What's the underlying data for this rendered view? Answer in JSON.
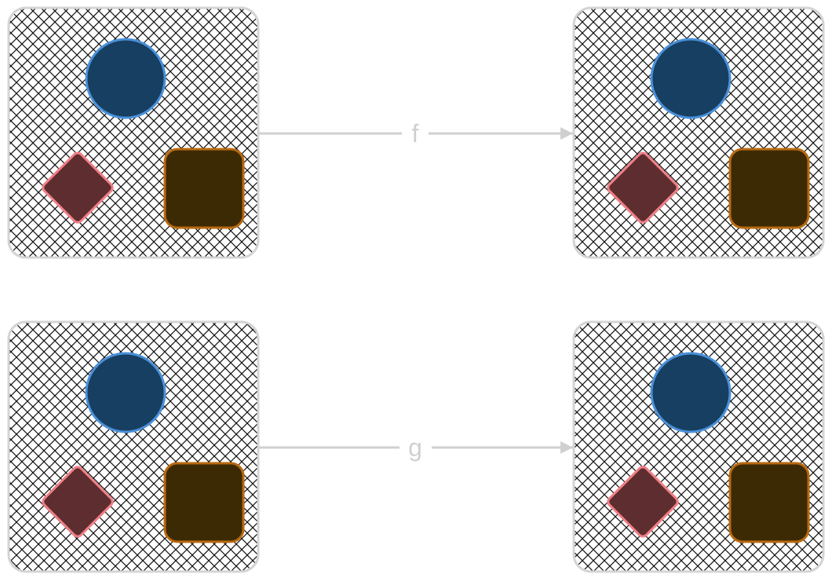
{
  "colors": {
    "background": "#ffffff",
    "panel_border": "#d4d4d4",
    "hatch": "#111111",
    "arrow": "#d0d0d0",
    "label": "#d0d0d0",
    "circle_fill": "#173f61",
    "circle_stroke": "#4a90d9",
    "diamond_fill": "#5e2d30",
    "diamond_stroke": "#f07f86",
    "square_fill": "#3c2a05",
    "square_stroke": "#b8690e"
  },
  "panels": [
    {
      "id": "top-left",
      "shapes": [
        "circle",
        "diamond",
        "rounded-square"
      ]
    },
    {
      "id": "top-right",
      "shapes": [
        "circle",
        "diamond",
        "rounded-square"
      ]
    },
    {
      "id": "bottom-left",
      "shapes": [
        "circle",
        "diamond",
        "rounded-square"
      ]
    },
    {
      "id": "bottom-right",
      "shapes": [
        "circle",
        "diamond",
        "rounded-square"
      ]
    }
  ],
  "arrows": [
    {
      "label": "f",
      "from": "top-left",
      "to": "top-right"
    },
    {
      "label": "g",
      "from": "bottom-left",
      "to": "bottom-right"
    }
  ]
}
